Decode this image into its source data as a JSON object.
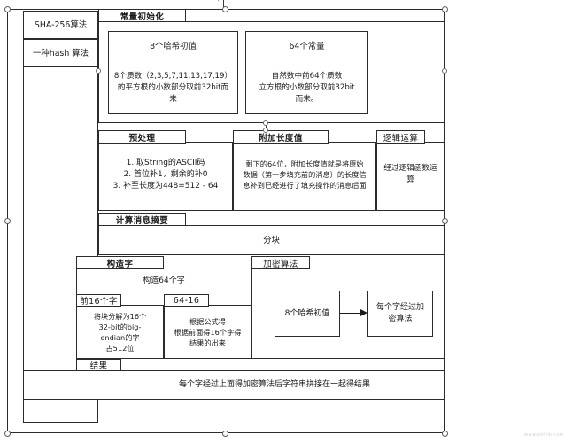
{
  "title": "SHA-256算法",
  "diagram": {
    "root": {
      "title_label": "SHA-256算法",
      "subtitle_label": "一种hash 算法"
    },
    "packages": [
      {
        "id": "const-init",
        "tab_label": "常量初始化",
        "children": [
          {
            "id": "hash-init",
            "heading": "8个哈希初值",
            "body": "8个质数（2,3,5,7,11,13,17,19）\n的平方根的小数部分取前32bit而\n来"
          },
          {
            "id": "const-64",
            "heading": "64个常量",
            "body": "自然数中前64个质数\n立方根的小数部分取前32bit\n而来。"
          }
        ]
      },
      {
        "id": "preprocess",
        "tab_label": "预处理",
        "body": "1. 取String的ASCII码\n2. 首位补1，剩余的补0\n3. 补至长度为448=512 - 64"
      },
      {
        "id": "append-length",
        "tab_label": "附加长度值",
        "body": "剩下的64位，附加长度值就是将原始\n数据（第一步填充前的消息）的长度信\n息补到已经进行了填充操作的消息后面"
      },
      {
        "id": "logic-op",
        "tab_label": "逻辑运算",
        "body": "经过逻辑函数运\n算"
      },
      {
        "id": "digest",
        "tab_label": "计算消息摘要",
        "body": "分块"
      },
      {
        "id": "build-words",
        "tab_label": "构造字",
        "body": "构造64个字",
        "children": [
          {
            "id": "first-16",
            "tab_label": "前16个字",
            "body": "将块分解为16个\n32-bit的big-\nendian的字\n占512位"
          },
          {
            "id": "rest-64-16",
            "tab_label": "64-16",
            "body": "根据公式得\n根据前面得16个字得\n结果的出来"
          }
        ]
      },
      {
        "id": "encrypt",
        "tab_label": "加密算法",
        "nodes": [
          {
            "id": "hash-init-8",
            "label": "8个哈希初值"
          },
          {
            "id": "per-word-encrypt",
            "label": "每个字经过加\n密算法"
          }
        ]
      },
      {
        "id": "result",
        "tab_label": "结果",
        "body": "每个字经过上面得加密算法后字符串拼接在一起得结果"
      }
    ]
  },
  "colors": {
    "stroke": "#2b2b2b",
    "handle_stroke": "#5d5d6b",
    "background": "#ffffff"
  },
  "watermark": "www.eolink.com"
}
